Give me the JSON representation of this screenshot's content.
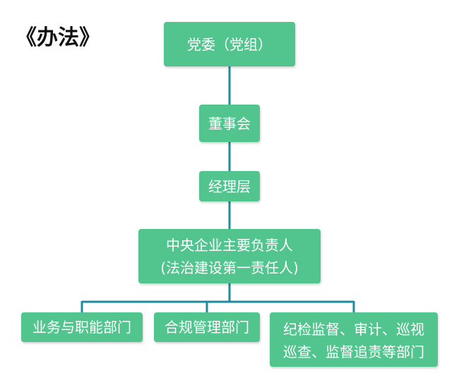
{
  "title": "《办法》",
  "colors": {
    "node_fill": "#52c48e",
    "node_text": "#ffffff",
    "connector": "#1e8aa0",
    "title_text": "#111111"
  },
  "nodes": {
    "party_committee": "党委（党组）",
    "board": "董事会",
    "management": "经理层",
    "principal": {
      "line1": "中央企业主要负责人",
      "line2": "(法治建设第一责任人)"
    },
    "business_depts": "业务与职能部门",
    "compliance_depts": "合规管理部门",
    "supervision_depts": {
      "line1": "纪检监督、审计、巡视",
      "line2": "巡查、监督追责等部门"
    }
  }
}
